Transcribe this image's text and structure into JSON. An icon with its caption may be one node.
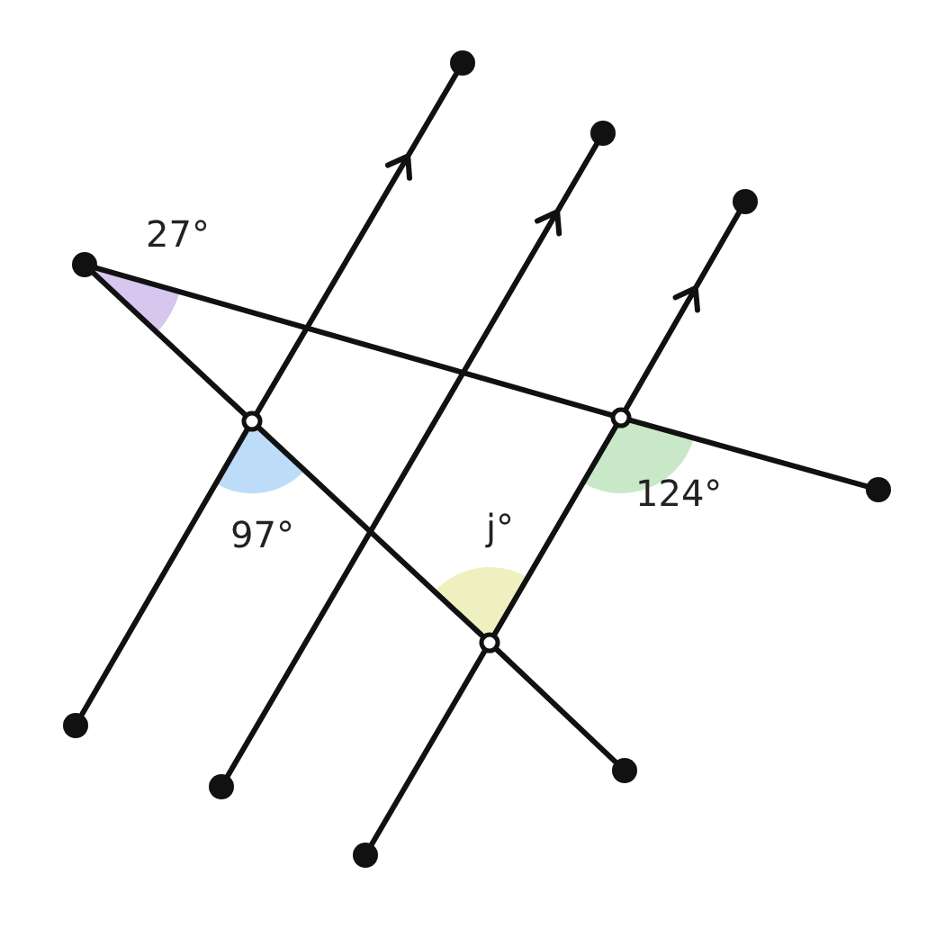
{
  "diagram": {
    "nodes": [
      {
        "text": [],
        "shape": "dot"
      },
      {
        "text": [],
        "shape": "dot"
      },
      {
        "text": [],
        "shape": "dot"
      },
      {
        "text": [],
        "shape": "dot"
      },
      {
        "text": [],
        "shape": "circle"
      },
      {
        "text": [],
        "shape": "circle"
      },
      {
        "text": [],
        "shape": "dot"
      },
      {
        "text": [],
        "shape": "circle"
      },
      {
        "text": [],
        "shape": "dot"
      },
      {
        "text": [],
        "shape": "dot"
      },
      {
        "text": [],
        "shape": "dot"
      },
      {
        "text": [],
        "shape": "dot"
      }
    ],
    "edges": [
      {
        "from": 3,
        "to": 5,
        "arrow": "none"
      },
      {
        "from": 5,
        "to": 7,
        "arrow": "none"
      },
      {
        "from": 7,
        "to": 9,
        "arrow": "none"
      },
      {
        "from": 3,
        "to": 4,
        "arrow": "none"
      },
      {
        "from": 4,
        "to": 6,
        "arrow": "none"
      },
      {
        "from": 8,
        "to": 5,
        "arrow": "none"
      },
      {
        "from": 5,
        "to": 0,
        "arrow": "to"
      },
      {
        "from": 10,
        "to": 1,
        "arrow": "to"
      },
      {
        "from": 11,
        "to": 7,
        "arrow": "none"
      },
      {
        "from": 7,
        "to": 4,
        "arrow": "none"
      },
      {
        "from": 4,
        "to": 2,
        "arrow": "to"
      }
    ],
    "labels": [
      "27°",
      "97°",
      "j°",
      "124°"
    ]
  }
}
